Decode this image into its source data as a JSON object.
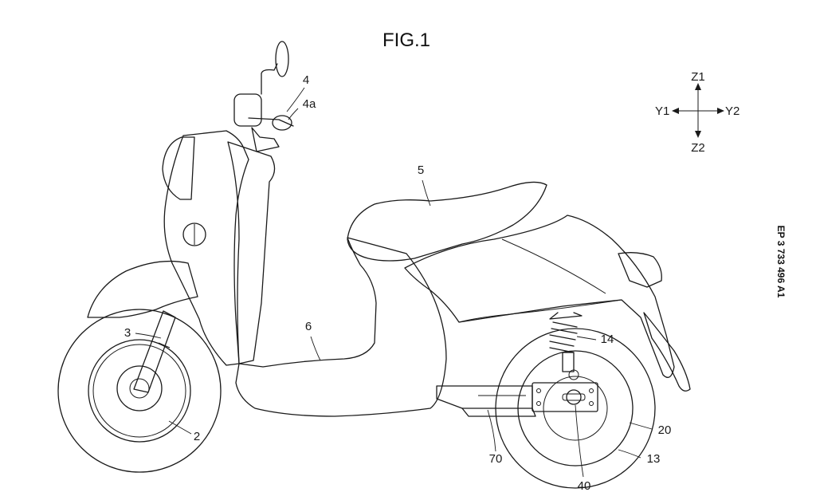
{
  "figure": {
    "title": "FIG.1"
  },
  "document": {
    "patent_number": "EP 3 733 496 A1"
  },
  "axes": {
    "z_up": "Z1",
    "z_down": "Z2",
    "y_left": "Y1",
    "y_right": "Y2"
  },
  "reference_numerals": {
    "handlebar": "4",
    "handlebar_grip": "4a",
    "seat": "5",
    "floor": "6",
    "front_fork": "3",
    "front_wheel": "2",
    "rear_suspension": "14",
    "rear_wheel_hub": "20",
    "rear_wheel": "13",
    "swing_arm": "70",
    "motor": "40"
  }
}
